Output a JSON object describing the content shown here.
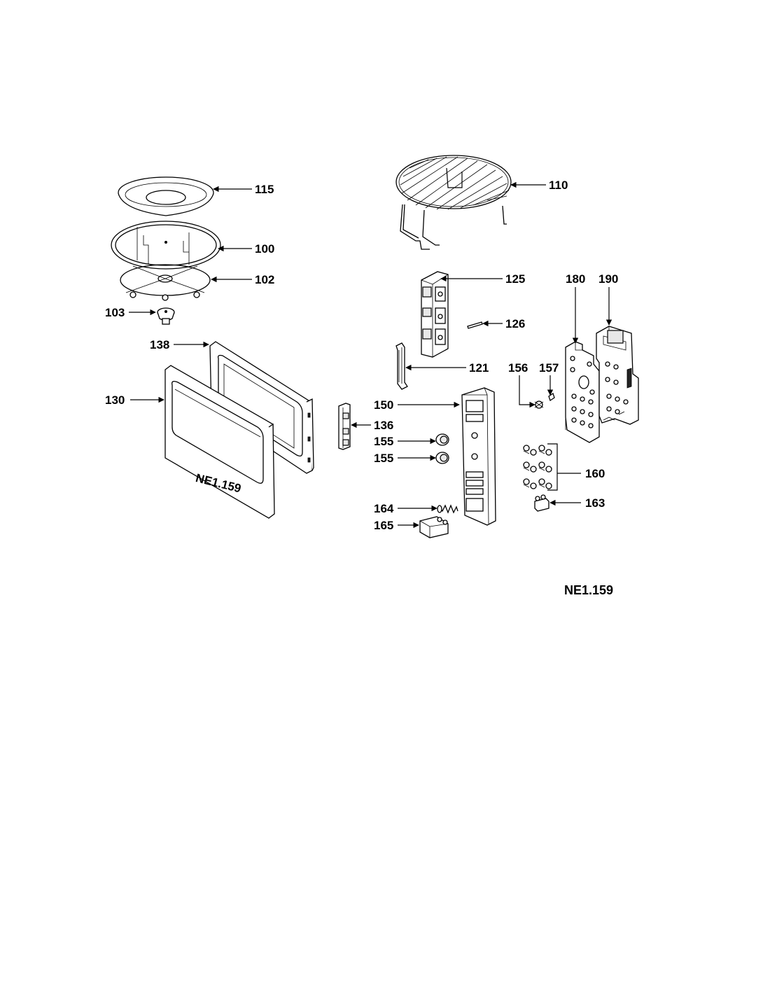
{
  "diagram": {
    "drawing_code": "NE1.159",
    "door_stamp": "NE1.159",
    "callouts": [
      {
        "id": "c115",
        "number": "115",
        "part": "turntable tray"
      },
      {
        "id": "c100",
        "number": "100",
        "part": "turntable ring"
      },
      {
        "id": "c102",
        "number": "102",
        "part": "roller guide"
      },
      {
        "id": "c103",
        "number": "103",
        "part": "coupler"
      },
      {
        "id": "c110",
        "number": "110",
        "part": "wire rack"
      },
      {
        "id": "c125",
        "number": "125",
        "part": "latch assembly"
      },
      {
        "id": "c126",
        "number": "126",
        "part": "pin"
      },
      {
        "id": "c180",
        "number": "180",
        "part": "key board"
      },
      {
        "id": "c190",
        "number": "190",
        "part": "control board"
      },
      {
        "id": "c138",
        "number": "138",
        "part": "door frame"
      },
      {
        "id": "c121",
        "number": "121",
        "part": "latch hook"
      },
      {
        "id": "c156",
        "number": "156",
        "part": "knob shaft"
      },
      {
        "id": "c157",
        "number": "157",
        "part": "spring"
      },
      {
        "id": "c130",
        "number": "130",
        "part": "door"
      },
      {
        "id": "c150",
        "number": "150",
        "part": "control panel"
      },
      {
        "id": "c136",
        "number": "136",
        "part": "hinge"
      },
      {
        "id": "c155a",
        "number": "155",
        "part": "knob"
      },
      {
        "id": "c155b",
        "number": "155",
        "part": "knob"
      },
      {
        "id": "c160",
        "number": "160",
        "part": "buttons"
      },
      {
        "id": "c164",
        "number": "164",
        "part": "spring"
      },
      {
        "id": "c163",
        "number": "163",
        "part": "button"
      },
      {
        "id": "c165",
        "number": "165",
        "part": "door release button"
      }
    ]
  }
}
